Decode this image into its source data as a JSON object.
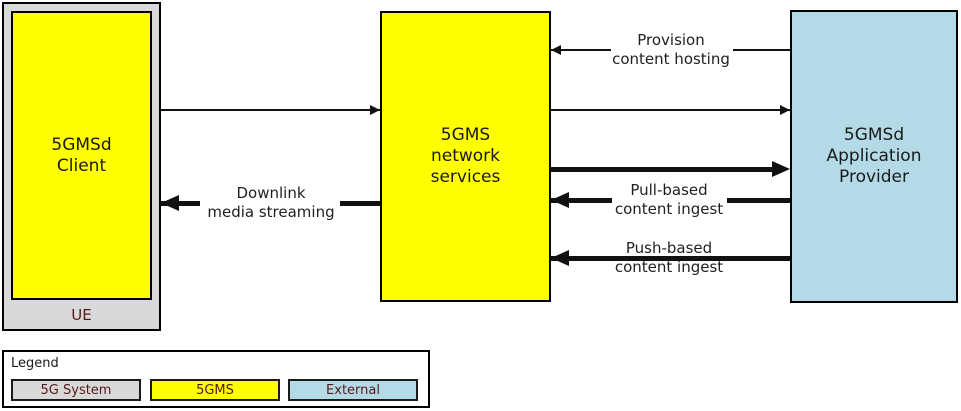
{
  "nodes": {
    "ue": {
      "label": "UE",
      "fill": "#d9d9d9"
    },
    "client": {
      "label": "5GMSd\nClient",
      "fill": "#ffff00"
    },
    "services": {
      "label": "5GMS\nnetwork\nservices",
      "fill": "#ffff00"
    },
    "provider": {
      "label": "5GMSd\nApplication\nProvider",
      "fill": "#b3dae6"
    }
  },
  "edges": {
    "provision": {
      "label": "Provision\ncontent hosting",
      "direction": "provider-to-services",
      "weight": "thin"
    },
    "client_to_services": {
      "label": "",
      "direction": "client-to-services",
      "weight": "thin"
    },
    "services_to_provider": {
      "label": "",
      "direction": "services-to-provider",
      "weight": "thin"
    },
    "media_flow": {
      "label": "",
      "direction": "services-to-provider",
      "weight": "thick"
    },
    "pull": {
      "label": "Pull-based\ncontent ingest",
      "direction": "provider-to-services",
      "weight": "thick"
    },
    "push": {
      "label": "Push-based\ncontent ingest",
      "direction": "provider-to-services",
      "weight": "thick"
    },
    "downlink": {
      "label": "Downlink\nmedia streaming",
      "direction": "services-to-client",
      "weight": "thick"
    }
  },
  "legend": {
    "title": "Legend",
    "items": [
      {
        "label": "5G System",
        "color": "#d9d9d9"
      },
      {
        "label": "5GMS",
        "color": "#ffff00"
      },
      {
        "label": "External",
        "color": "#b3dae6"
      }
    ]
  },
  "colors": {
    "border": "#000000",
    "arrow": "#111111",
    "node_text": "#1a1a1a",
    "accent_text": "#551a1a"
  }
}
